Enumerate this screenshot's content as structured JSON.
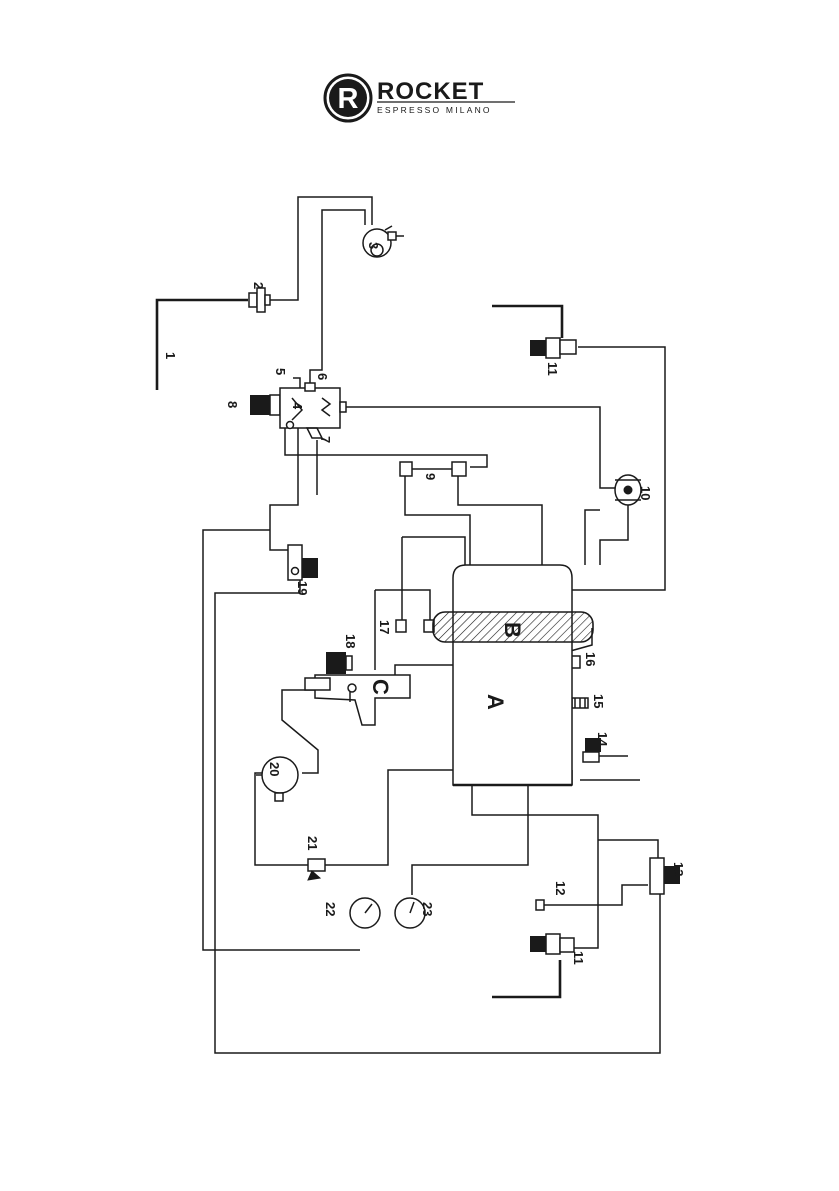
{
  "brand": {
    "letter": "R",
    "name": "ROCKET",
    "tagline": "ESPRESSO MILANO",
    "color": "#1a1a1a"
  },
  "diagram": {
    "tanks": {
      "boiler": "A",
      "heat_exchanger": "B",
      "group": "C"
    },
    "labels": [
      "1",
      "2",
      "3",
      "4",
      "5",
      "6",
      "7",
      "8",
      "9",
      "10",
      "11",
      "12",
      "13",
      "14",
      "15",
      "16",
      "17",
      "18",
      "19",
      "20",
      "21",
      "22",
      "23"
    ],
    "label_second_11": "11"
  }
}
